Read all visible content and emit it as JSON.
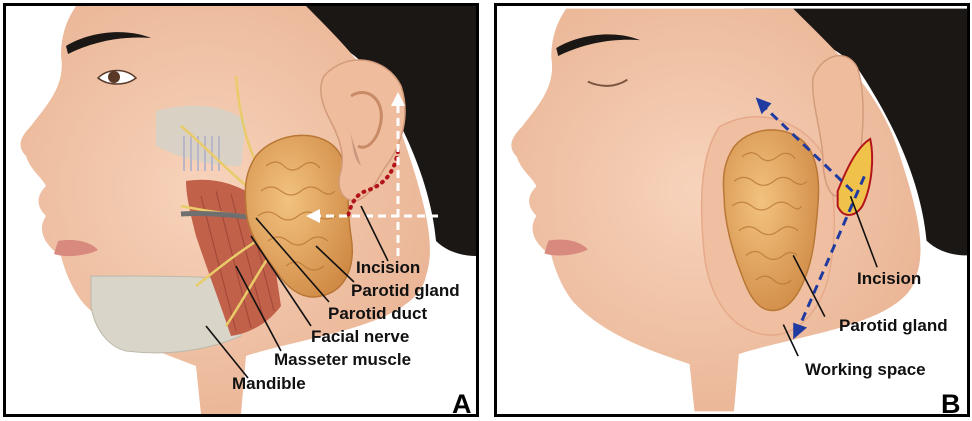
{
  "panels": [
    {
      "id": "A",
      "panel_label": "A",
      "labels": {
        "incision": "Incision",
        "parotid_gland": "Parotid gland",
        "parotid_duct": "Parotid duct",
        "facial_nerve": "Facial nerve",
        "masseter_muscle": "Masseter muscle",
        "mandible": "Mandible"
      }
    },
    {
      "id": "B",
      "panel_label": "B",
      "labels": {
        "incision": "Incision",
        "parotid_gland": "Parotid gland",
        "working_space": "Working space"
      }
    }
  ],
  "colors": {
    "skin": "#f4c9ae",
    "skin_shade": "#e9b191",
    "hair": "#1b1715",
    "gland": "#e3a25f",
    "muscle": "#c2614a",
    "bone": "#d9d5c8",
    "nerve": "#eacb6a",
    "incision_dots": "#b3131a",
    "guide_arrows": "#ffffff",
    "working_space_arrows": "#1f3aa0"
  }
}
